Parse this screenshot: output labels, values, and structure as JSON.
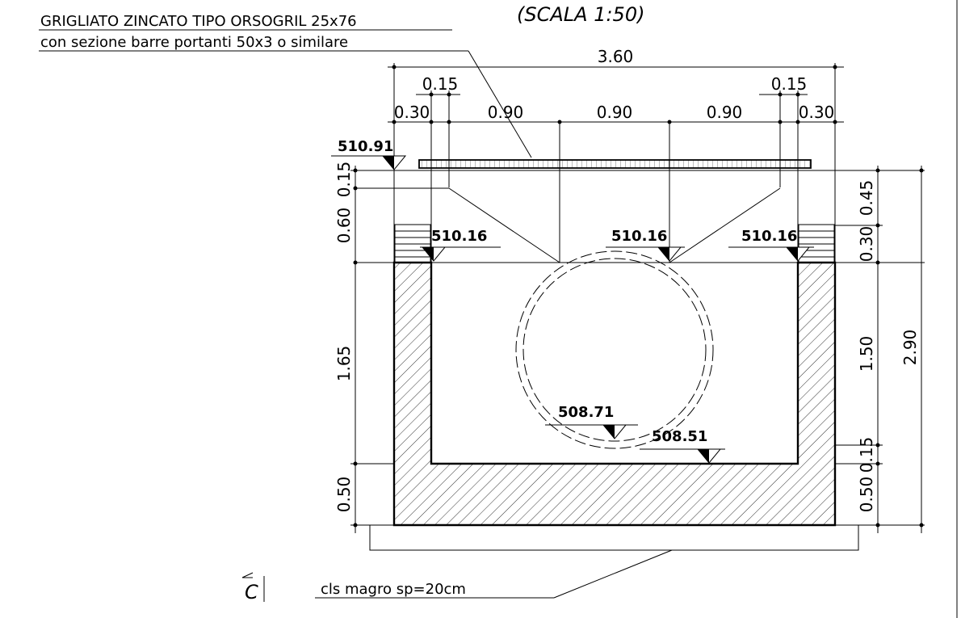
{
  "title": "(SCALA 1:50)",
  "notes": {
    "grating_line1": "GRIGLIATO ZINCATO TIPO ORSOGRIL 25x76",
    "grating_line2": "con sezione barre portanti 50x3 o similare",
    "lean_concrete": "cls magro sp=20cm",
    "section_mark": "C"
  },
  "dimensions": {
    "top": {
      "overall": "3.60",
      "left_offset": "0.15",
      "right_offset": "0.15",
      "segments": [
        "0.30",
        "0.90",
        "0.90",
        "0.90",
        "0.30"
      ]
    },
    "left": {
      "upper_a": "0.15",
      "upper_b": "0.60",
      "middle": "1.65",
      "bottom": "0.50"
    },
    "right": {
      "upper_a": "0.45",
      "upper_b": "0.30",
      "middle": "1.50",
      "lower_a": "0.15",
      "bottom": "0.50",
      "overall": "2.90"
    }
  },
  "levels": {
    "top": "510.91",
    "left": "510.16",
    "center": "510.16",
    "right": "510.16",
    "invert_pipe": "508.71",
    "invert_floor": "508.51"
  }
}
